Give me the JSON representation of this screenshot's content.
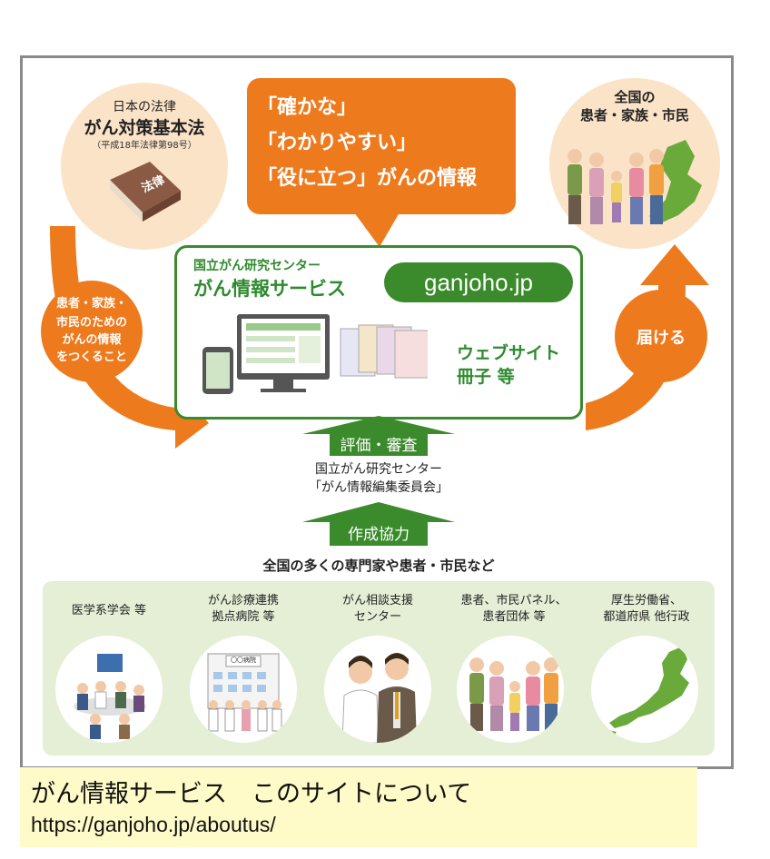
{
  "law": {
    "line1": "日本の法律",
    "line2": "がん対策基本法",
    "line3": "（平成18年法律第98号）",
    "book_label": "法律"
  },
  "speech": {
    "line1": "「確かな」",
    "line2": "「わかりやすい」",
    "line3": "「役に立つ」がんの情報"
  },
  "audience": {
    "line1": "全国の",
    "line2": "患者・家族・市民"
  },
  "left_circle": {
    "line1": "患者・家族・",
    "line2": "市民のための",
    "line3": "がんの情報",
    "line4": "をつくること"
  },
  "right_circle": {
    "label": "届ける"
  },
  "center": {
    "org": "国立がん研究センター",
    "service": "がん情報サービス",
    "site_badge": "ganjoho.jp",
    "media_line1": "ウェブサイト",
    "media_line2": "冊子 等"
  },
  "review": {
    "arrow_label": "評価・審査",
    "committee_line1": "国立がん研究センター",
    "committee_line2": "「がん情報編集委員会」"
  },
  "cooperate": {
    "arrow_label": "作成協力",
    "caption": "全国の多くの専門家や患者・市民など"
  },
  "partners": [
    {
      "line1": "医学系学会 等",
      "line2": ""
    },
    {
      "line1": "がん診療連携",
      "line2": "拠点病院 等",
      "sign": "〇〇病院"
    },
    {
      "line1": "がん相談支援",
      "line2": "センター"
    },
    {
      "line1": "患者、市民パネル、",
      "line2": "患者団体 等"
    },
    {
      "line1": "厚生労働省、",
      "line2": "都道府県 他行政"
    }
  ],
  "source": {
    "title": "がん情報サービス　このサイトについて",
    "url": "https://ganjoho.jp/aboutus/"
  },
  "colors": {
    "orange": "#ee7a1e",
    "green": "#2e8b2e",
    "light_green": "#e4efd6",
    "badge_green": "#3b8a2c"
  }
}
